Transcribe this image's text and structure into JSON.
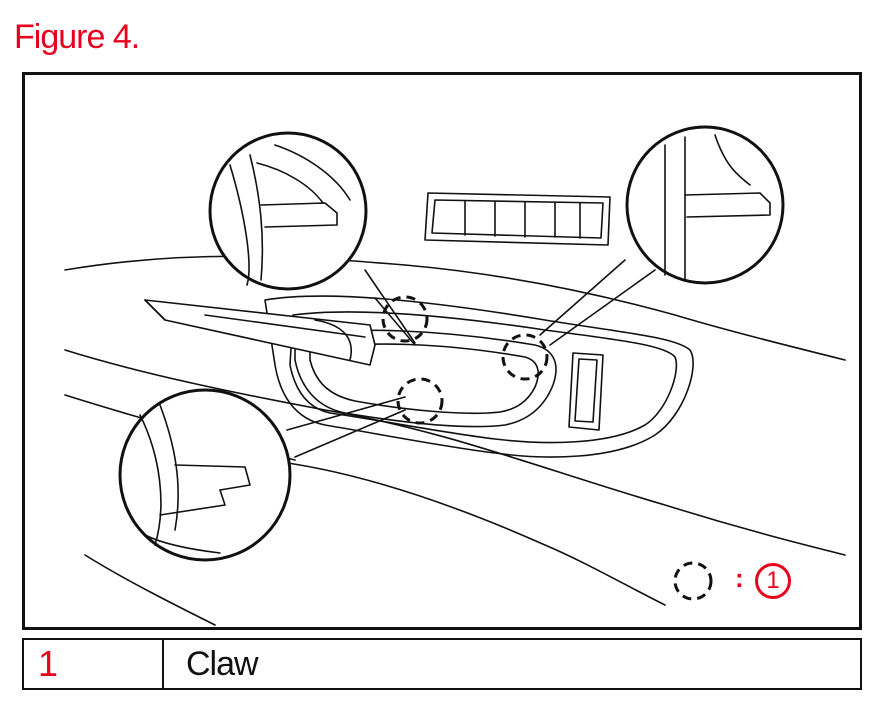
{
  "figure": {
    "title": "Figure 4."
  },
  "legend_key": {
    "separator": ":",
    "number": "1",
    "marker_icon": "dashed-circle-icon"
  },
  "parts_table": {
    "rows": [
      {
        "number": "1",
        "label": "Claw"
      }
    ]
  },
  "colors": {
    "accent_red": "#e8001c",
    "line_black": "#111111"
  }
}
